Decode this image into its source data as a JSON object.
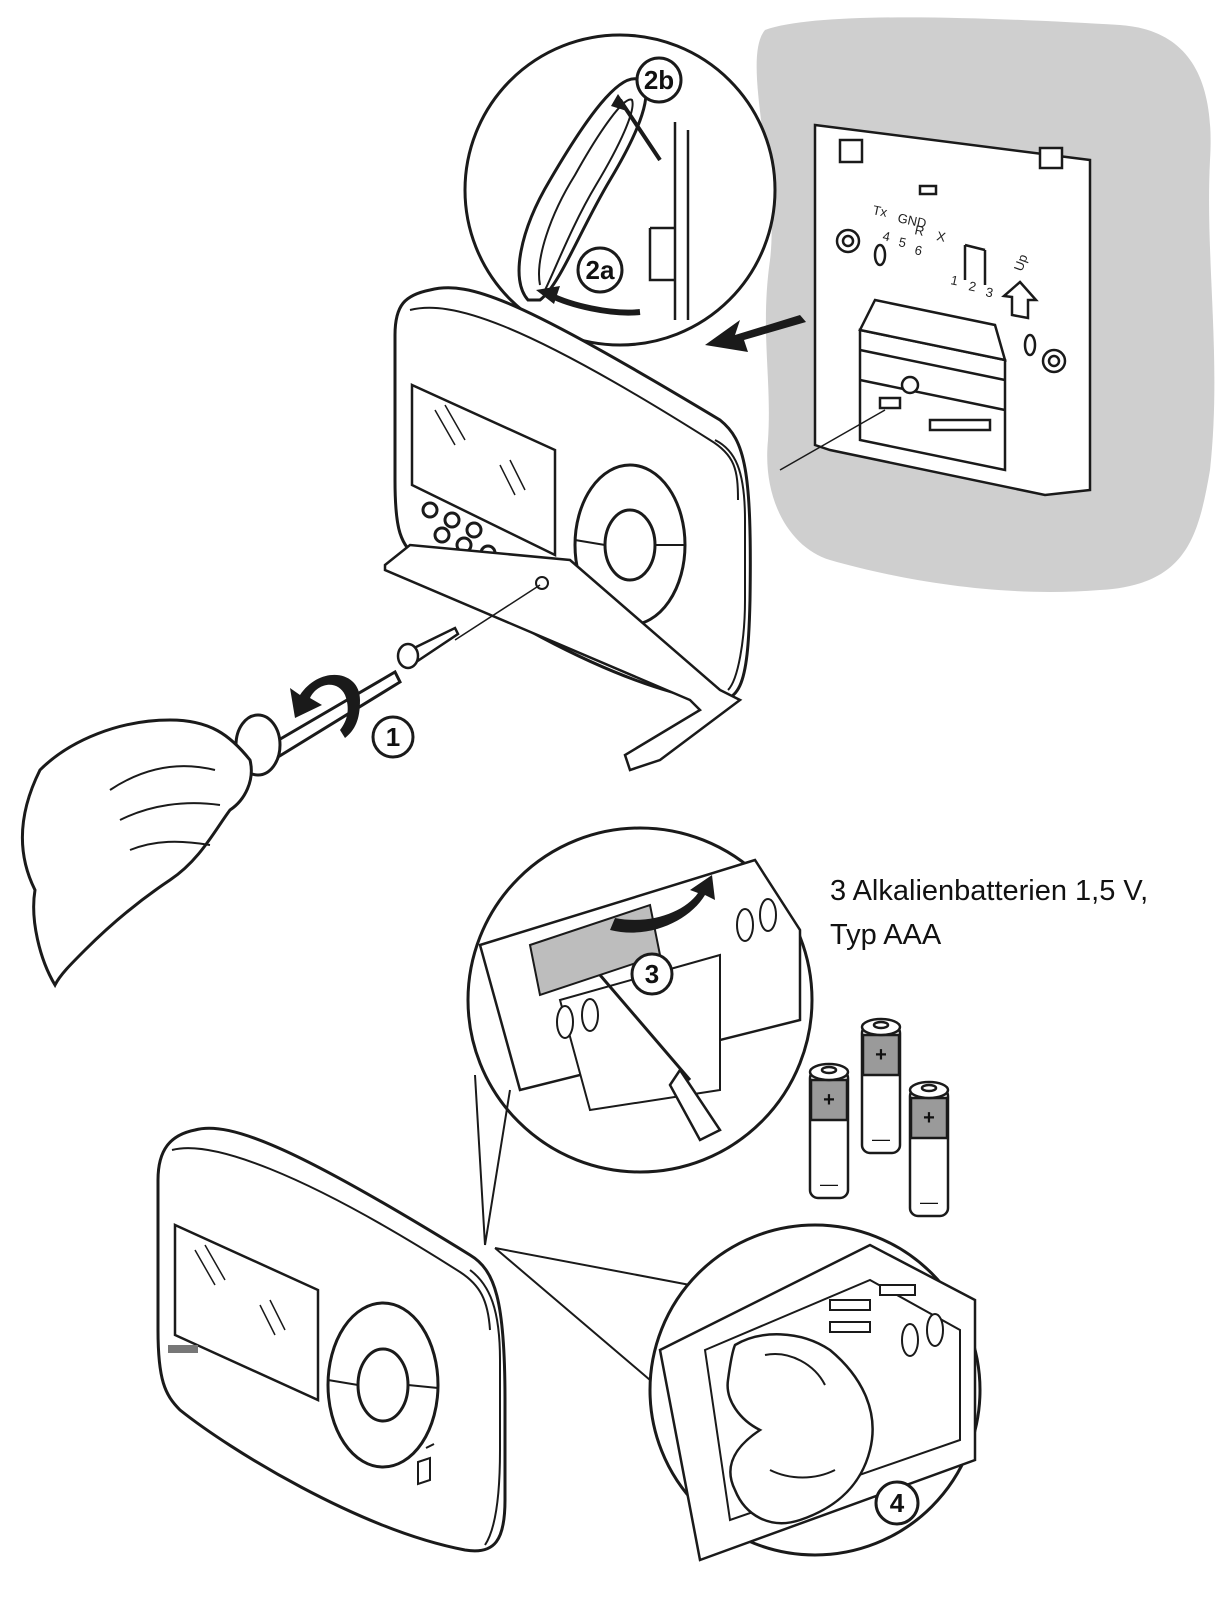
{
  "caption": {
    "line1": "3 Alkalienbatterien 1,5 V,",
    "line2": "Typ AAA"
  },
  "steps": {
    "s1": "1",
    "s2a": "2a",
    "s2b": "2b",
    "s3": "3",
    "s4": "4"
  },
  "terminals": {
    "tx": "Tx",
    "gnd": "GND",
    "r": "R",
    "x": "X",
    "n4": "4",
    "n5": "5",
    "n6": "6",
    "n1": "1",
    "n2": "2",
    "n3": "3",
    "up": "Up"
  },
  "battery_marks": {
    "plus": "+",
    "minus": "—"
  },
  "colors": {
    "wall": "#cfcfcf",
    "line": "#1a1a1a",
    "battery_band": "#9a9a9a",
    "compartment": "#bdbdbd"
  }
}
